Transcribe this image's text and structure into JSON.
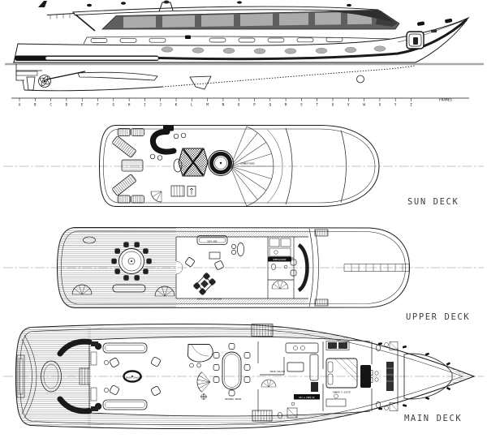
{
  "profile": {
    "frames_label": "FRAMES",
    "frame_letters": [
      "A",
      "B",
      "C",
      "D",
      "E",
      "F",
      "G",
      "H",
      "I",
      "J",
      "K",
      "L",
      "M",
      "N",
      "O",
      "P",
      "Q",
      "R",
      "S",
      "T",
      "U",
      "V",
      "W",
      "X",
      "Y",
      "Z"
    ]
  },
  "sun_deck": {
    "name": "SUN DECK",
    "labels": {
      "sunbathing": "SUNBATHING"
    }
  },
  "upper_deck": {
    "name": "UPPER DECK",
    "labels": {
      "saloon": "UPPER DECK SALOON",
      "sofa_bed": "SOFA BED",
      "wheelhouse": "WHEELHOUSE"
    }
  },
  "main_deck": {
    "name": "MAIN DECK",
    "labels": {
      "saloon": "MAIN SALOON",
      "dining": "DINING ROOM",
      "galley": "MAIN GALLEY",
      "owners_suite": "OWNER'S SUITE",
      "day_crew_wc": "DAY & CREW WC"
    }
  },
  "colors": {
    "ink": "#1a1a1a",
    "tint": "#ababab",
    "band": "#5f5f5f",
    "label": "#3d3d3d"
  }
}
